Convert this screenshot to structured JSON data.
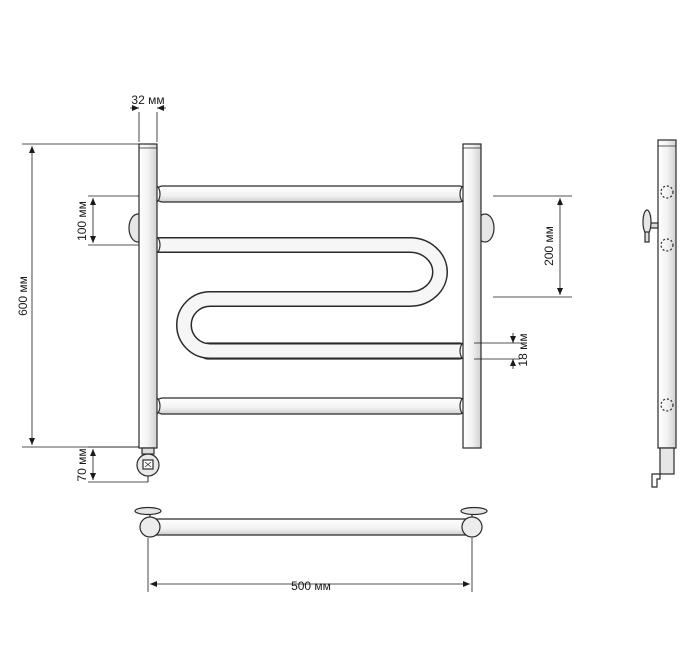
{
  "dimensions": {
    "width": "32 мм",
    "height": "600 мм",
    "top_spacing": "100 мм",
    "side_spacing": "200 мм",
    "tube": "18 мм",
    "heater": "70 мм",
    "length": "500 мм"
  },
  "colors": {
    "stroke": "#2a2a2a",
    "fill": "#ffffff",
    "shade": "#d9d9d9",
    "dim": "#1a1a1a"
  }
}
